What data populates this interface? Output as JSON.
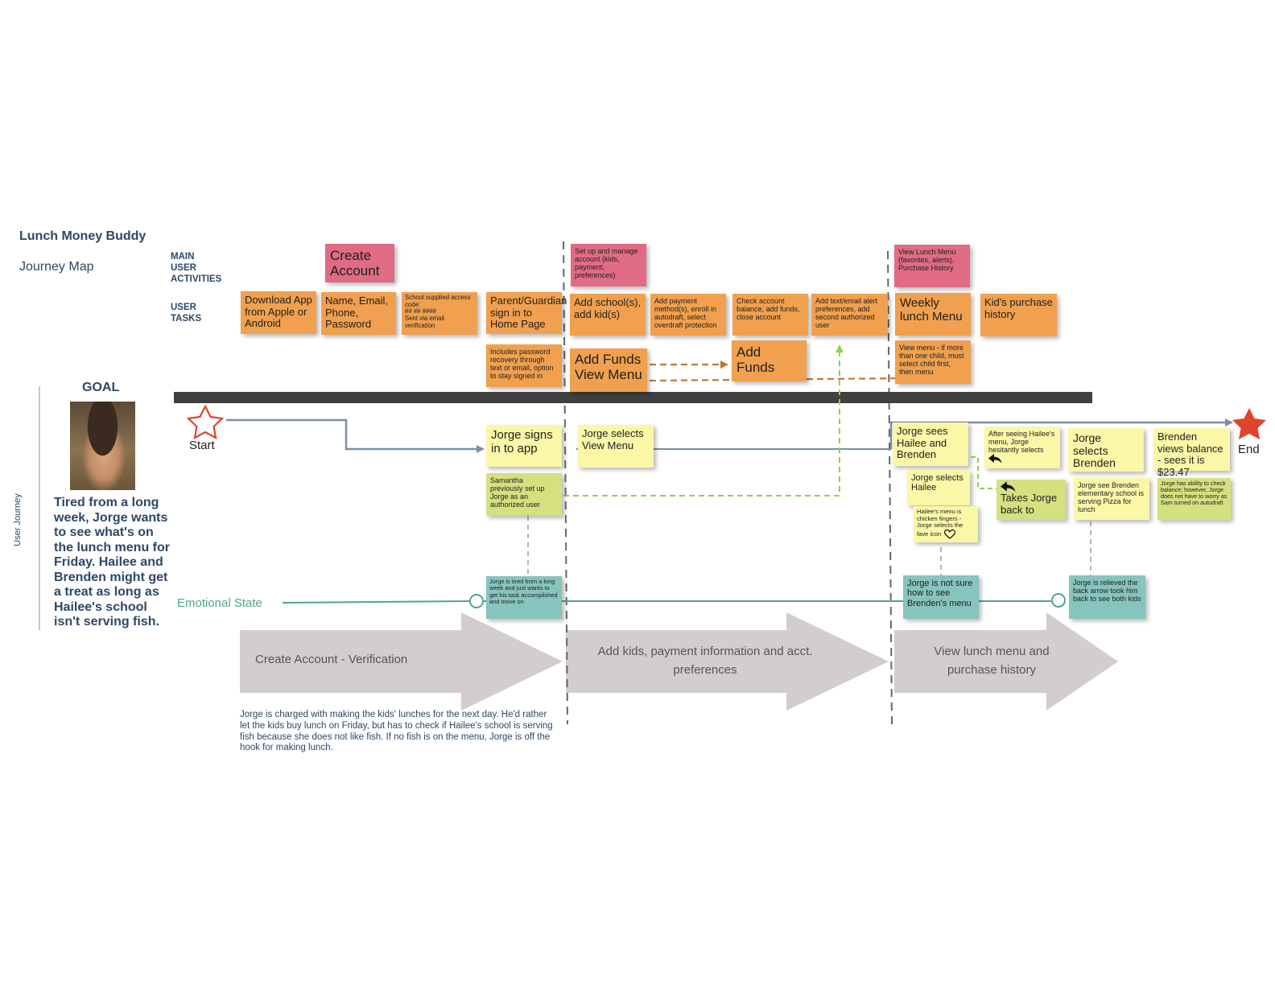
{
  "header": {
    "title": "Lunch Money Buddy",
    "subtitle": "Journey Map",
    "main_activities_label": "MAIN\nUSER\nACTIVITIES",
    "user_tasks_label": "USER\nTASKS"
  },
  "goal": {
    "heading": "GOAL",
    "text": "Tired from a long week, Jorge wants to see what's on the lunch menu for Friday. Hailee and Brenden might get a treat as long as Hailee's school isn't serving fish.",
    "photo": "persona-photo-icon"
  },
  "side_label": "User Journey",
  "activities": {
    "create_account": "Create Account",
    "setup_manage": "Set up and manage account (kids, payment, preferences)",
    "view_lunch_menu": "View Lunch Menu (favorites, alerts), Purchase History"
  },
  "tasks": {
    "download_app": "Download App from Apple or Android",
    "name_email": "Name, Email, Phone, Password",
    "access_code": "School supplied access code:\n## ## ####\nSent via email verification",
    "parent_sign_in": "Parent/Guardian sign in to Home Page",
    "password_recovery": "Includes password recovery through text or email, option to stay signed in",
    "add_school": "Add school(s), add kid(s)",
    "add_funds_view_menu": "Add Funds\nView Menu",
    "add_payment": "Add payment method(s), enroll in autodraft, select overdraft protection",
    "check_balance": "Check account balance, add funds, close account",
    "add_funds": "Add\nFunds",
    "alert_prefs": "Add text/email alert preferences, add second authorized user",
    "weekly_menu": "Weekly lunch Menu",
    "more_than_one_child": "View menu - if more than one child, must select child first, then menu",
    "purchase_history": "Kid's purchase history"
  },
  "journey": {
    "start": "Start",
    "end": "End",
    "signs_in": "Jorge signs in to app",
    "samantha": "Samantha previously set up Jorge as an authorized user",
    "selects_view_menu": "Jorge selects View Menu",
    "sees_kids": "Jorge sees Hailee and Brenden",
    "selects_hailee": "Jorge selects Hailee",
    "chicken_fingers": "Hailee's menu is chicken fingers - Jorge selects the fave icon",
    "after_seeing": "After seeing Hailee's menu, Jorge hesitantly selects",
    "takes_back": "Takes Jorge back to",
    "selects_brenden": "Jorge selects Brenden",
    "brenden_pizza": "Jorge see Brenden elementary school is serving Pizza for lunch",
    "views_balance": "Brenden views balance - sees it is $23.47",
    "ability_balance": "Jorge has ability to check balance; however, Jorge does not have to worry as Sam turned on autodraft"
  },
  "emotion": {
    "label": "Emotional State",
    "tired": "Jorge is tired from a long week and just wants to get his task accomplished and move on",
    "not_sure": "Jorge is not sure how to see Brenden's menu",
    "relieved": "Jorge is relieved the back arrow took him back to see both kids"
  },
  "phases": {
    "phase1": "Create Account - Verification",
    "phase2": "Add kids, payment information and acct. preferences",
    "phase3": "View lunch menu and purchase history"
  },
  "scenario": "Jorge is charged with making the kids' lunches for the next day. He'd rather let the kids buy lunch on Friday, but has to check if Hailee's school is serving fish because she does not like fish. If no fish is on the menu, Jorge is off the hook for making lunch.",
  "colors": {
    "orange": "#f0a04e",
    "pink": "#df6b84",
    "yellow": "#faf7a7",
    "green": "#d5e07e",
    "teal": "#86c4bd",
    "navy": "#2e4766",
    "timeline": "#404040",
    "journey_line": "#7b8ea3",
    "emotion_line": "#4fa78a",
    "star": "#e0432b",
    "dashed_brown": "#c0792f",
    "dashed_green": "#8fd14f",
    "phase_arrow": "#d3cdcd"
  }
}
